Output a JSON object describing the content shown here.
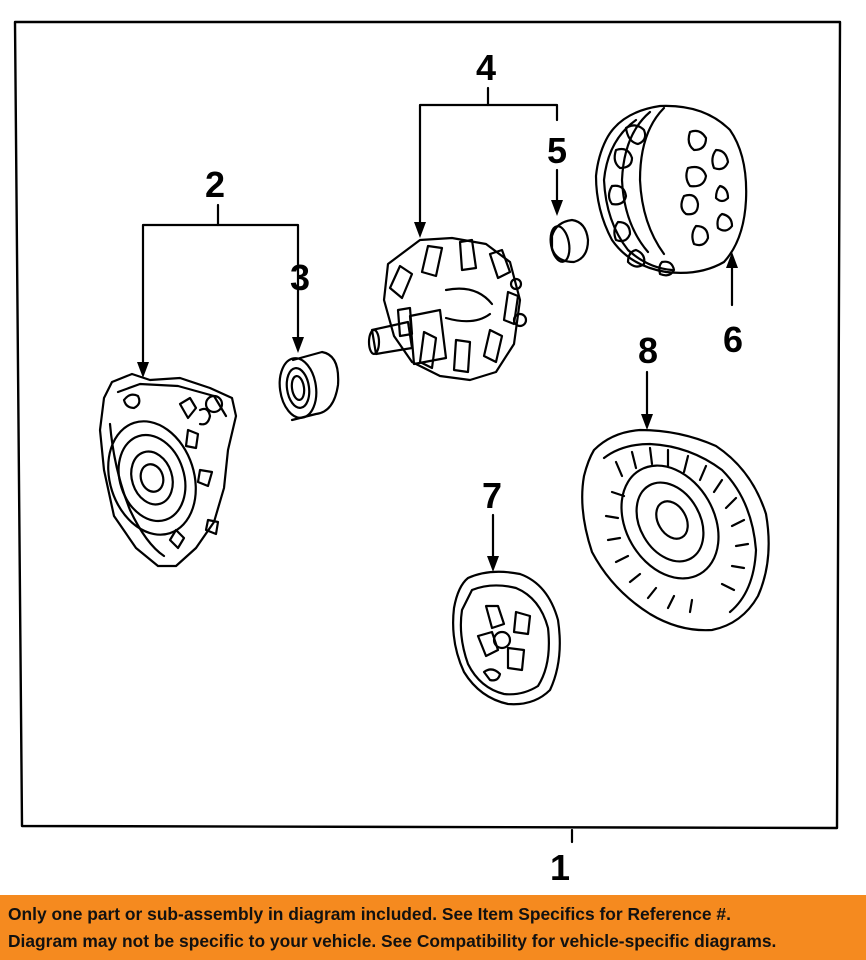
{
  "callouts": {
    "c1": "1",
    "c2": "2",
    "c3": "3",
    "c4": "4",
    "c5": "5",
    "c6": "6",
    "c7": "7",
    "c8": "8"
  },
  "banner": {
    "line1": "Only one part or sub-assembly in diagram included. See Item Specifics for Reference #.",
    "line2": "Diagram may not be specific to your vehicle. See Compatibility for vehicle-specific diagrams."
  },
  "colors": {
    "banner_bg": "#f58a1f",
    "line": "#000000"
  }
}
